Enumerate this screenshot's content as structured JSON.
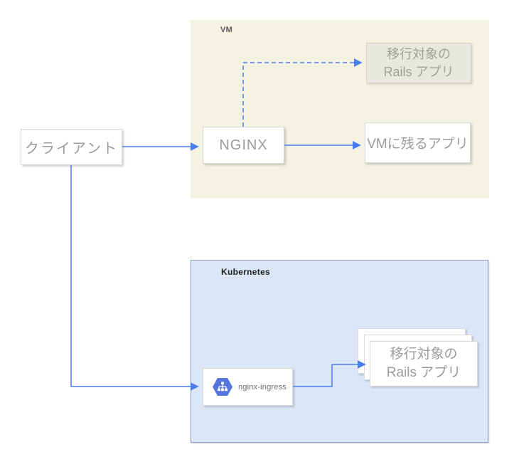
{
  "colors": {
    "arrow-blue": "#4a7dec",
    "vm-bg": "#f4f2e0",
    "k8s-bg": "#dbe6f6",
    "k8s-border": "#8aa2cb",
    "box-border": "#d7d7d7",
    "muted-text": "#9b9b9b",
    "vm-label": "#5a5a5a",
    "k8s-label": "#1c1c1c",
    "disabled-bg": "#e9e8df",
    "disabled-border": "#d2d1c7",
    "disabled-text": "#a0a098",
    "hexagon-blue": "#5574dd",
    "ingress-text": "#6e6e6e"
  },
  "containers": {
    "vm": {
      "label": "VM"
    },
    "kubernetes": {
      "label": "Kubernetes"
    }
  },
  "nodes": {
    "client": {
      "label": "クライアント"
    },
    "nginx": {
      "label": "NGINX"
    },
    "vm_rails_app": {
      "line1": "移行対象の",
      "line2": "Rails アプリ",
      "state": "inactive"
    },
    "vm_remaining_app": {
      "label": "VMに残るアプリ"
    },
    "nginx_ingress": {
      "label": "nginx-ingress",
      "icon": "gke-hexagon-icon"
    },
    "k8s_rails_app": {
      "line1": "移行対象の",
      "line2": "Rails アプリ",
      "replicas_shown": 3
    }
  },
  "edges": [
    {
      "from": "client",
      "to": "nginx",
      "style": "solid"
    },
    {
      "from": "client",
      "to": "nginx_ingress",
      "style": "solid"
    },
    {
      "from": "nginx",
      "to": "vm_rails_app",
      "style": "dashed"
    },
    {
      "from": "nginx",
      "to": "vm_remaining_app",
      "style": "solid"
    },
    {
      "from": "nginx_ingress",
      "to": "k8s_rails_app",
      "style": "solid"
    }
  ]
}
